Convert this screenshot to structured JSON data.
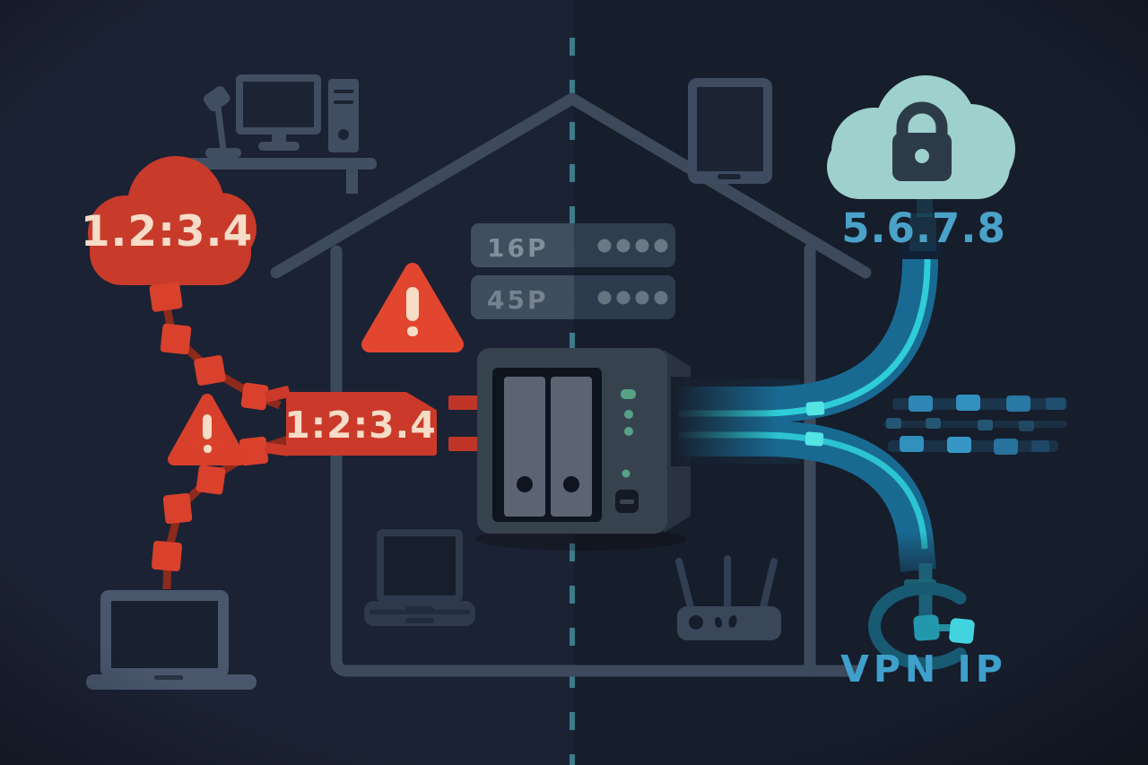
{
  "illustration": {
    "name": "nas-exposed-ip-vs-vpn-diagram",
    "left": {
      "public_ip_cloud_label": "1.2:3.4",
      "exposed_ip_banner_label": "1:2:3.4"
    },
    "house": {
      "port_rows": [
        {
          "label": "16P",
          "dots": 4
        },
        {
          "label": "45P",
          "dots": 4
        }
      ]
    },
    "right": {
      "vpn_cloud_label": "5.6.7.8",
      "vpn_caption": "VPN IP"
    },
    "icons": [
      "desktop-computer-icon",
      "laptop-icon",
      "laptop-small-icon",
      "tablet-icon",
      "router-icon",
      "nas-icon",
      "warning-triangle-icon",
      "cloud-icon",
      "padlock-icon",
      "vpn-tunnel-icon"
    ],
    "colors": {
      "bg_left": "#1b2233",
      "bg_right": "#161d2b",
      "house_grey": "#3d4a5c",
      "divider_teal": "#3f8692",
      "danger_red": "#c83a2a",
      "banner_red": "#ca392a",
      "alert_red": "#e2462e",
      "chain_red": "#d9412d",
      "chain_link_dark": "#8c2a1b",
      "cream_text": "#f8dcc7",
      "device_grey": "#414e61",
      "bar_left": "#40505f",
      "bar_right": "#303f4f",
      "bar_text": "#8d99a6",
      "nas_body": "#37424f",
      "nas_side": "#2a3441",
      "nas_bay": "#5c6372",
      "led_green": "#57a287",
      "pipe_blue": "#196a93",
      "pipe_highlight": "#2fd3da",
      "node_teal": "#54e4e4",
      "packet_blue": "#3290bf",
      "vpn_arc": "#175a72",
      "cloud_teal": "#9ed0ce",
      "lock_navy": "#2d3b49",
      "ip_blue": "#4aa2c9",
      "vpn_text_blue": "#3fa0cb"
    }
  }
}
